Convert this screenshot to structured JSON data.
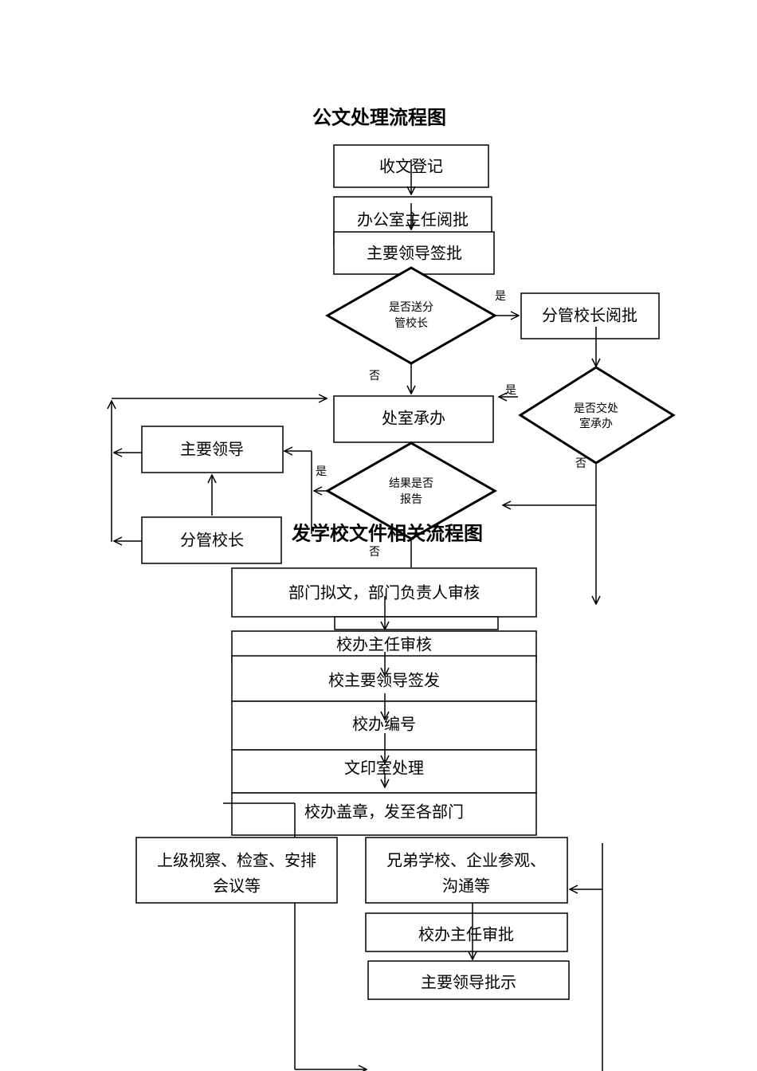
{
  "titles": {
    "doc_processing": "公文处理流程图",
    "doc_issuing": "发学校文件相关流程图"
  },
  "flow1": {
    "receive": "收文登记",
    "office_director": "办公室主任阅批",
    "main_leader_sign": "主要领导签批",
    "q_send_vp": [
      "是否送分",
      "管校长"
    ],
    "vp_review": "分管校长阅批",
    "q_dept_handle": [
      "是否交处",
      "室承办"
    ],
    "dept_handle": "处室承办",
    "q_report": [
      "结果是否",
      "报告"
    ],
    "main_leader": "主要领导",
    "vice_principal": "分管校长",
    "yes": "是",
    "no": "否"
  },
  "flow2": {
    "draft": "部门拟文，部门负责人审核",
    "office_review": "校办主任审核",
    "leader_issue": "校主要领导签发",
    "numbering": "校办编号",
    "printing": "文印室处理",
    "seal_send": "校办盖章，发至各部门",
    "superior_visit": [
      "上级视察、检查、安排",
      "会议等"
    ],
    "peer_visit": [
      "兄弟学校、企业参观、",
      "沟通等"
    ],
    "office_approve": "校办主任审批",
    "leader_instruct": "主要领导批示"
  }
}
